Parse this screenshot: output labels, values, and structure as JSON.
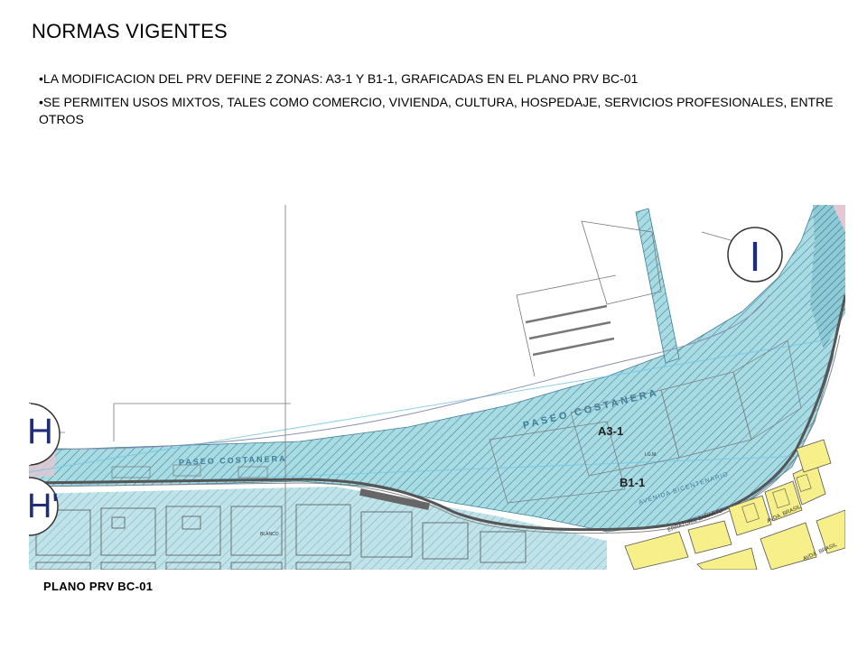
{
  "page": {
    "title": "NORMAS VIGENTES",
    "bullets": [
      "LA MODIFICACION DEL PRV DEFINE 2 ZONAS: A3-1 Y B1-1, GRAFICADAS EN EL PLANO PRV BC-01",
      "SE PERMITEN USOS MIXTOS, TALES COMO COMERCIO, VIVIENDA, CULTURA, HOSPEDAJE, SERVICIOS PROFESIONALES, ENTRE OTROS"
    ],
    "caption": "PLANO PRV BC-01"
  },
  "map": {
    "zone_labels": [
      "A3-1",
      "B1-1"
    ],
    "section_markers": [
      "I",
      "H",
      "H'"
    ],
    "street_labels": {
      "paseo_costanera_east": "PASEO COSTANERA",
      "paseo_costanera_west": "PASEO COSTANERA",
      "avenida_bicentenario": "AVENIDA BICENTENARIO",
      "errazuriz": "ERRAZURIZ ZAÑARTU",
      "avda_brasil_1": "AVDA. BRASIL",
      "avda_brasil_2": "AVDA. BRASIL",
      "igm": "I.G.M.",
      "blanco": "BLANCO"
    },
    "colors": {
      "sea": "#a9dbe3",
      "zone_fill": "#a9dbe3",
      "hatch": "#3c7f9a",
      "yellow_blocks": "#f6ef8a",
      "pink_zone": "#e4c7d2",
      "rail": "#555555",
      "lines": "#777777"
    }
  }
}
